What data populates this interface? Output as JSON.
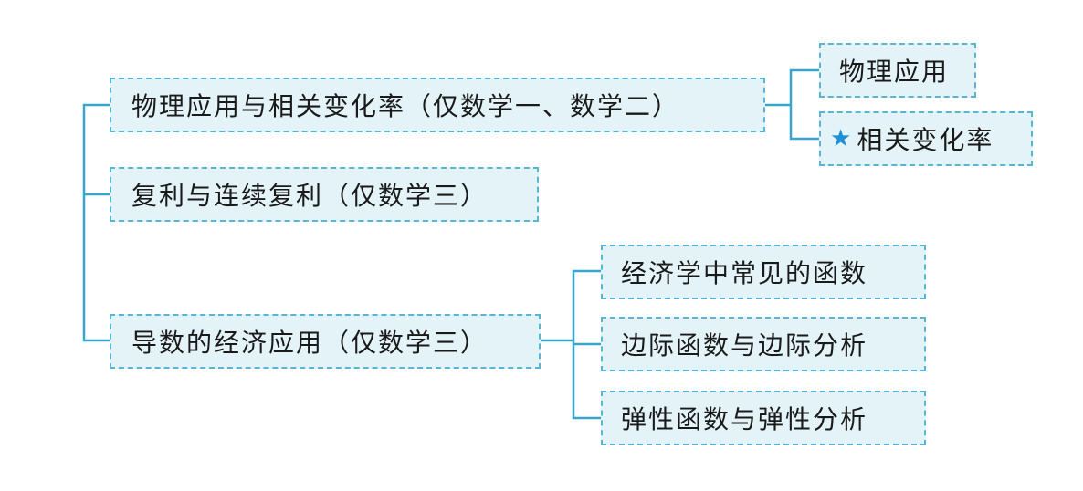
{
  "colors": {
    "node_fill": "#e3f3f8",
    "node_border": "#5ab5d3",
    "connector": "#3aa5cc",
    "star": "#1f8fd6"
  },
  "nodes": {
    "n1": "物理应用与相关变化率（仅数学一、数学二）",
    "n1_children": [
      "物理应用",
      "相关变化率"
    ],
    "n2": "复利与连续复利（仅数学三）",
    "n3": "导数的经济应用（仅数学三）",
    "n3_children": [
      "经济学中常见的函数",
      "边际函数与边际分析",
      "弹性函数与弹性分析"
    ]
  },
  "icons": {
    "key_point": "star-icon"
  }
}
